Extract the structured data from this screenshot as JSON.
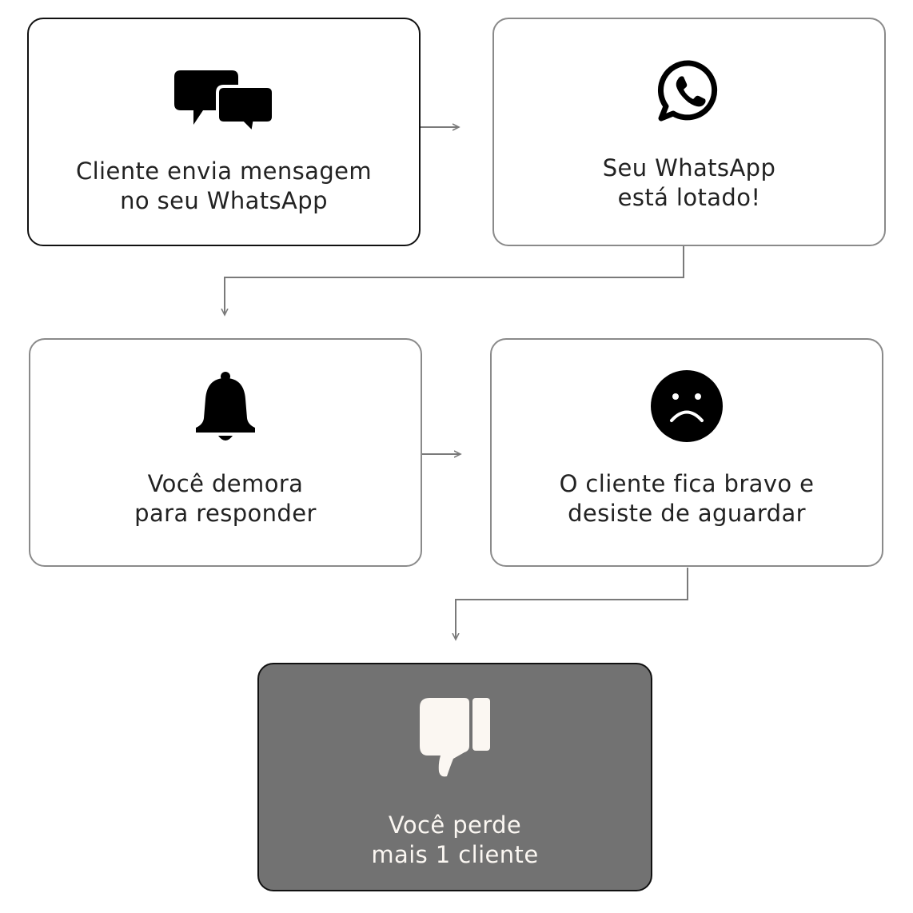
{
  "steps": [
    {
      "line1": "Cliente envia mensagem",
      "line2": "no seu WhatsApp",
      "icon": "chat-bubbles-icon"
    },
    {
      "line1": "Seu WhatsApp",
      "line2": "está lotado!",
      "icon": "whatsapp-icon"
    },
    {
      "line1": "Você demora",
      "line2": "para responder",
      "icon": "bell-icon"
    },
    {
      "line1": "O cliente fica bravo e",
      "line2": "desiste de aguardar",
      "icon": "sad-face-icon"
    },
    {
      "line1": "Você perde",
      "line2": "mais 1 cliente",
      "icon": "thumbs-down-icon"
    }
  ],
  "colors": {
    "icon": "#000000",
    "final_box": "#727272",
    "final_text": "#fbf7f2",
    "connector": "#7a7a7a"
  }
}
